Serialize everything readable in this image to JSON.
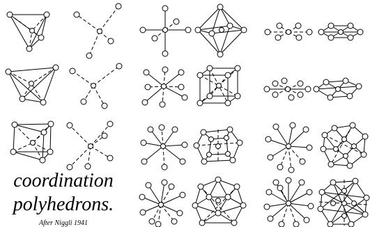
{
  "title_lines": [
    "coordination",
    "polyhedrons."
  ],
  "credit": "After Niggli 1941"
}
